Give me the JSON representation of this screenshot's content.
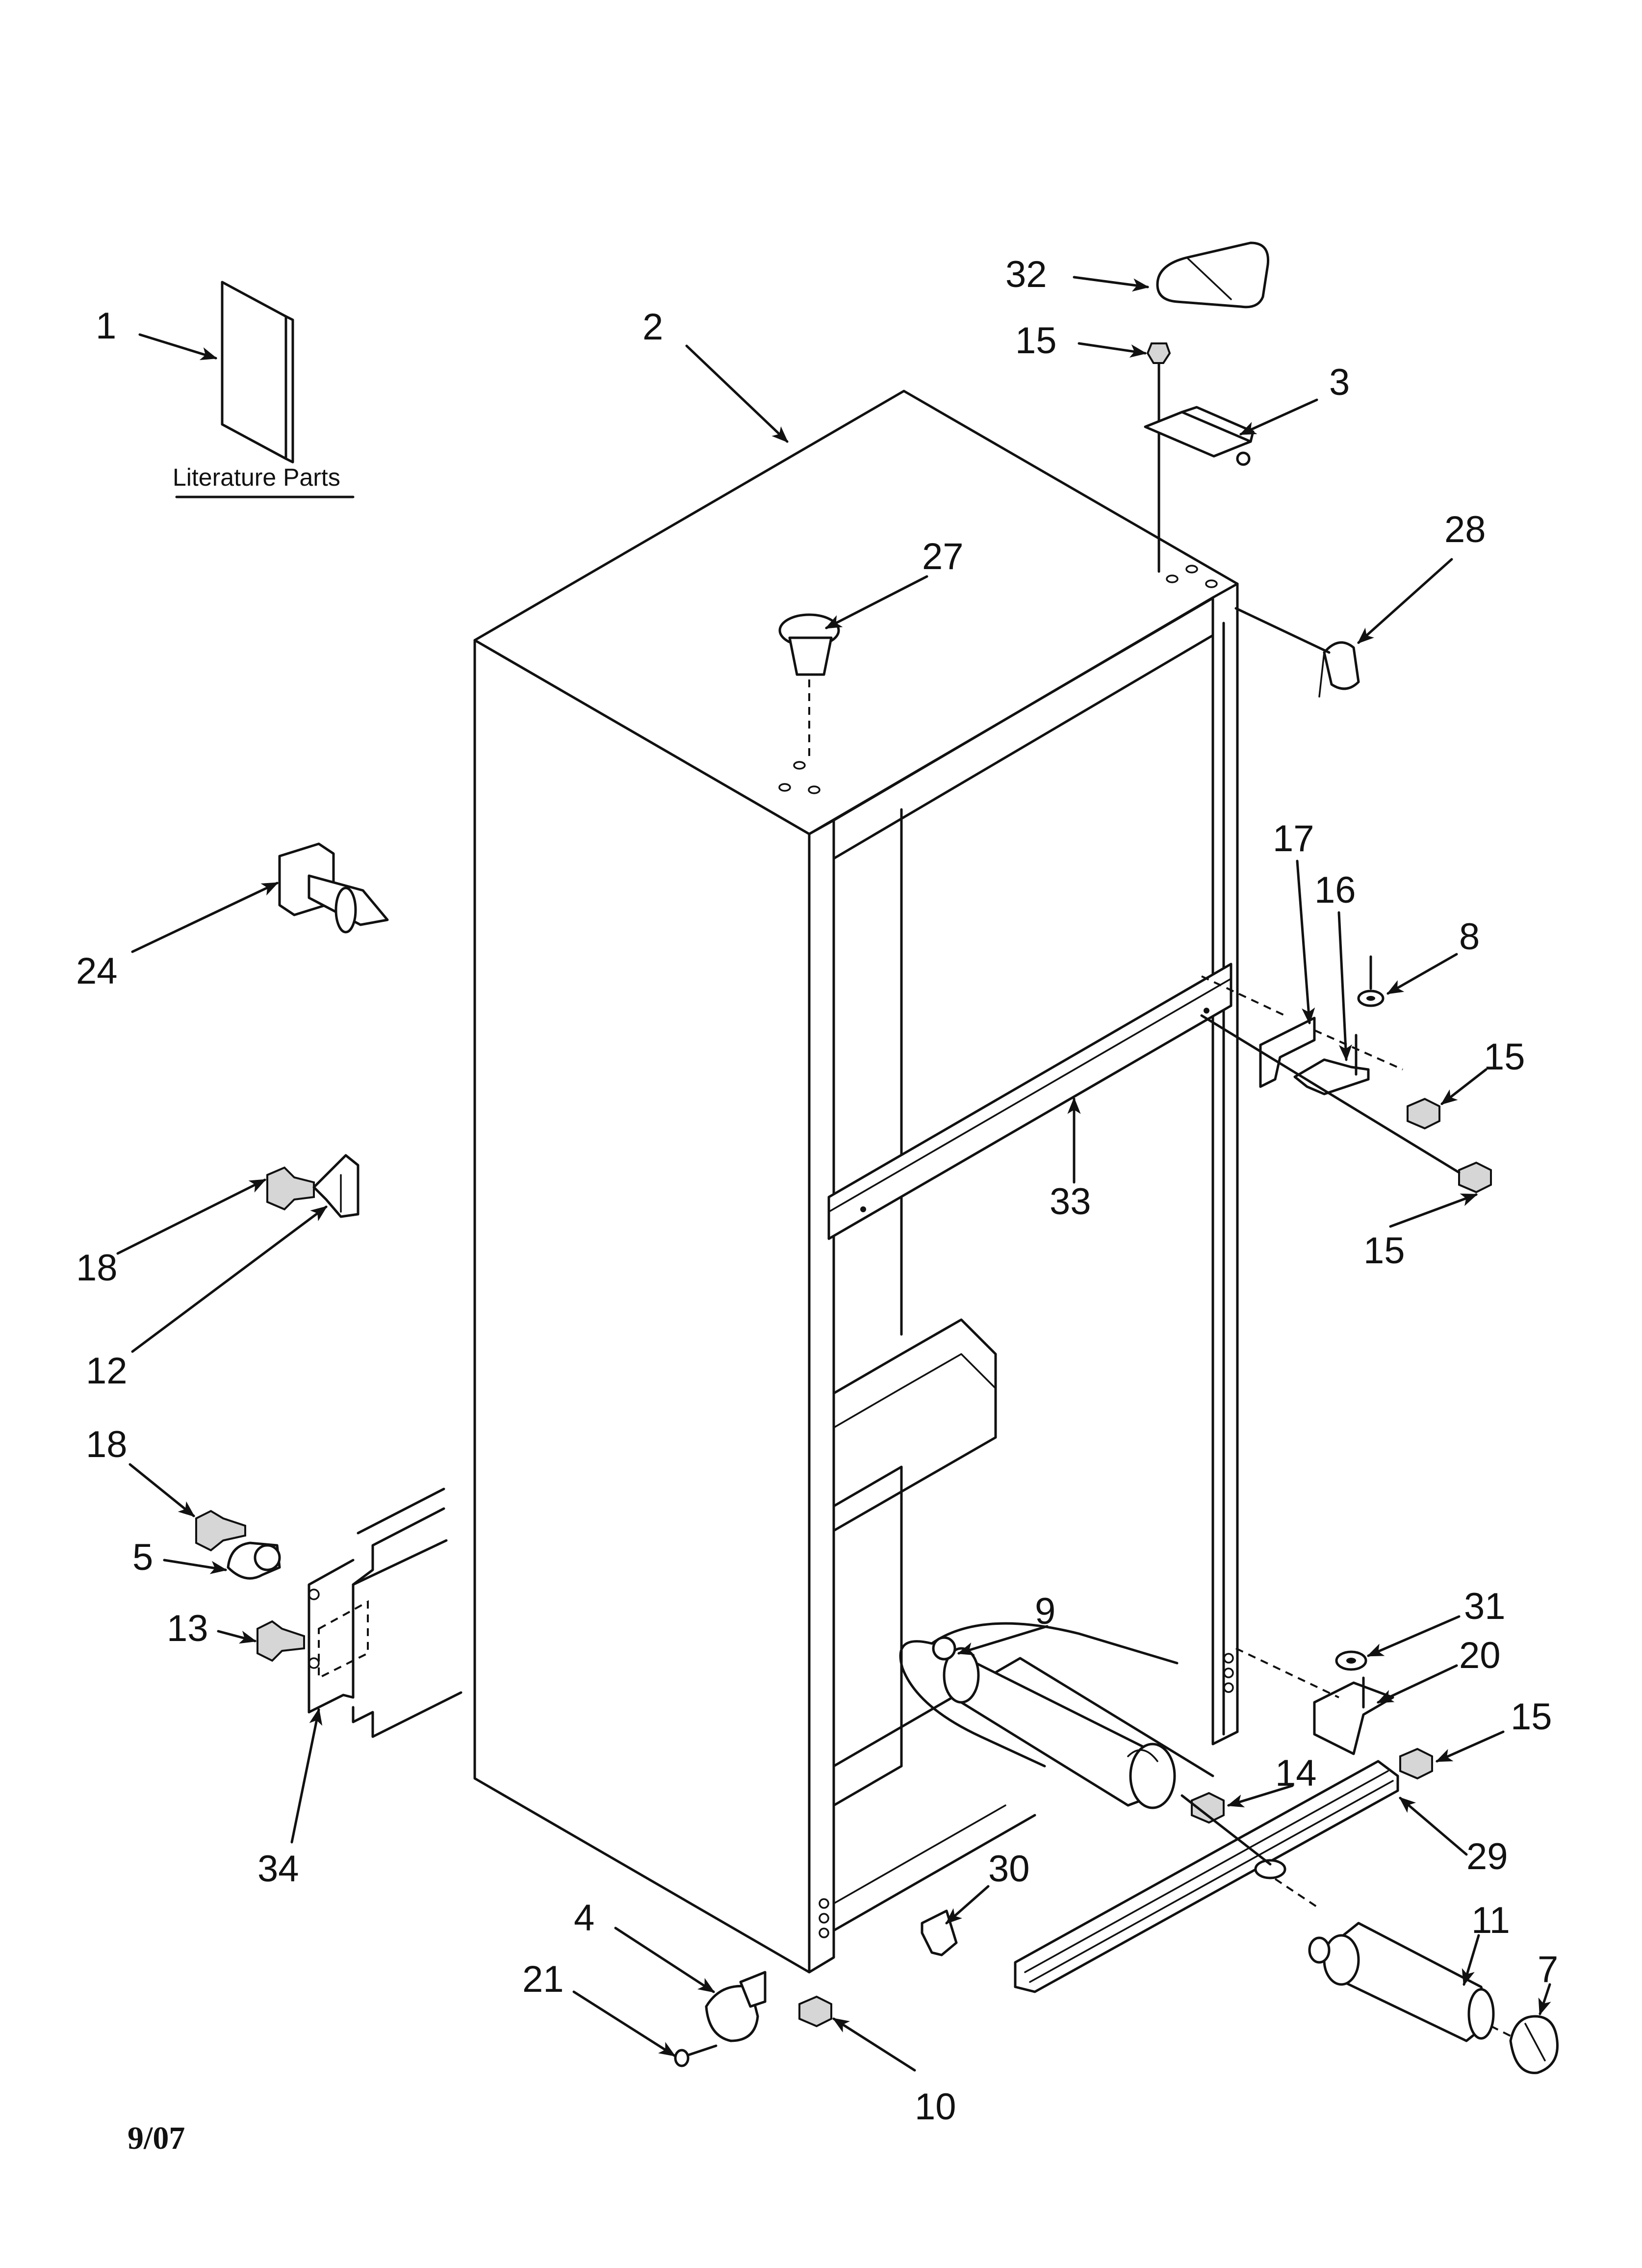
{
  "literature_caption": "Literature Parts",
  "date_code": "9/07",
  "callouts": [
    {
      "id": "c1",
      "label": "1"
    },
    {
      "id": "c2",
      "label": "2"
    },
    {
      "id": "c32",
      "label": "32"
    },
    {
      "id": "c15a",
      "label": "15"
    },
    {
      "id": "c3",
      "label": "3"
    },
    {
      "id": "c27",
      "label": "27"
    },
    {
      "id": "c28",
      "label": "28"
    },
    {
      "id": "c24",
      "label": "24"
    },
    {
      "id": "c17",
      "label": "17"
    },
    {
      "id": "c16",
      "label": "16"
    },
    {
      "id": "c8",
      "label": "8"
    },
    {
      "id": "c15b",
      "label": "15"
    },
    {
      "id": "c33",
      "label": "33"
    },
    {
      "id": "c15c",
      "label": "15"
    },
    {
      "id": "c18a",
      "label": "18"
    },
    {
      "id": "c12",
      "label": "12"
    },
    {
      "id": "c18b",
      "label": "18"
    },
    {
      "id": "c5",
      "label": "5"
    },
    {
      "id": "c13",
      "label": "13"
    },
    {
      "id": "c34",
      "label": "34"
    },
    {
      "id": "c9",
      "label": "9"
    },
    {
      "id": "c31",
      "label": "31"
    },
    {
      "id": "c20",
      "label": "20"
    },
    {
      "id": "c15d",
      "label": "15"
    },
    {
      "id": "c14",
      "label": "14"
    },
    {
      "id": "c29",
      "label": "29"
    },
    {
      "id": "c30",
      "label": "30"
    },
    {
      "id": "c11",
      "label": "11"
    },
    {
      "id": "c7",
      "label": "7"
    },
    {
      "id": "c4",
      "label": "4"
    },
    {
      "id": "c21",
      "label": "21"
    },
    {
      "id": "c10",
      "label": "10"
    }
  ]
}
